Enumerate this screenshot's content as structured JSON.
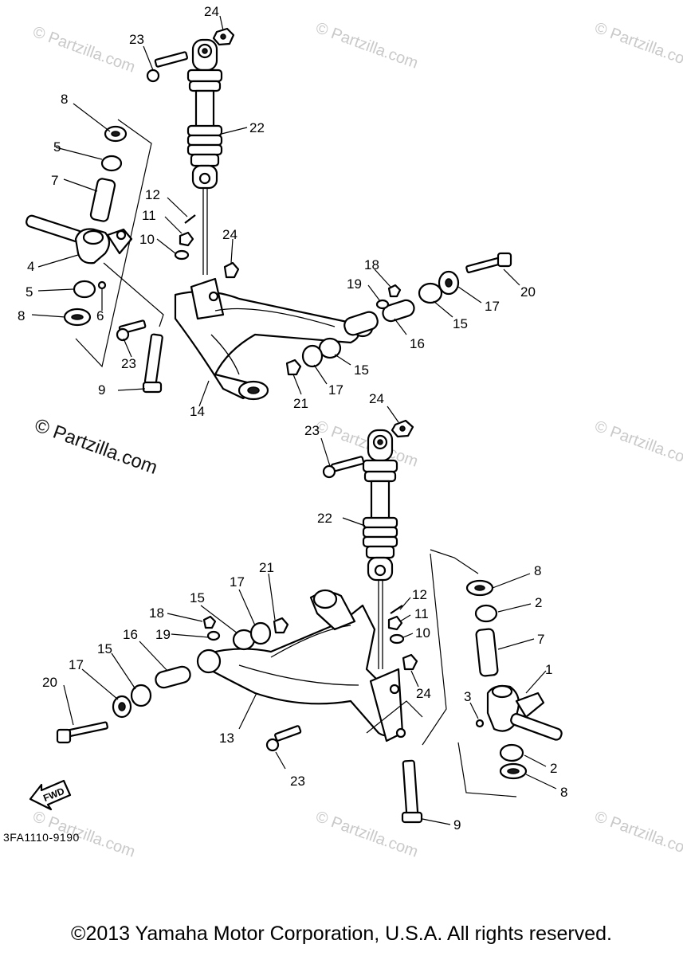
{
  "watermark": {
    "small": "© Partzilla.com",
    "large": "© Partzilla.com"
  },
  "diagram_code": "3FA1110-9190",
  "fwd_label": "FWD",
  "copyright": "©2013 Yamaha Motor Corporation, U.S.A. All rights reserved.",
  "top_callouts": [
    "24",
    "23",
    "22",
    "8",
    "5",
    "7",
    "12",
    "11",
    "10",
    "24",
    "4",
    "5",
    "6",
    "8",
    "23",
    "9",
    "14",
    "18",
    "19",
    "20",
    "17",
    "15",
    "16",
    "15",
    "17",
    "21"
  ],
  "bottom_callouts": [
    "24",
    "23",
    "22",
    "21",
    "17",
    "15",
    "18",
    "19",
    "16",
    "15",
    "17",
    "20",
    "13",
    "23",
    "12",
    "11",
    "10",
    "24",
    "8",
    "2",
    "7",
    "1",
    "3",
    "2",
    "8",
    "9"
  ]
}
